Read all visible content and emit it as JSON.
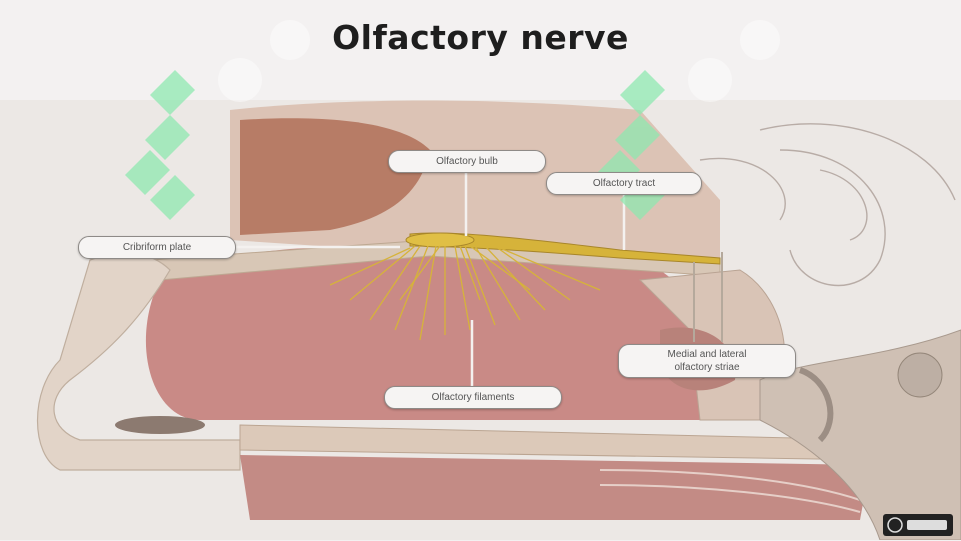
{
  "title": "Olfactory nerve",
  "labels": {
    "olfactory_bulb": "Olfactory bulb",
    "olfactory_tract": "Olfactory tract",
    "cribriform_plate": "Cribriform plate",
    "olfactory_filaments": "Olfactory filaments",
    "striae_line1": "Medial and lateral",
    "striae_line2": "olfactory striae"
  },
  "colors": {
    "nerve": "#d6b33a",
    "mucosa": "#c98a86",
    "bone": "#d8c7b6",
    "watermark": "#8fe8b0"
  },
  "icons": [
    "watermark-logo",
    "cc-license-badge"
  ]
}
